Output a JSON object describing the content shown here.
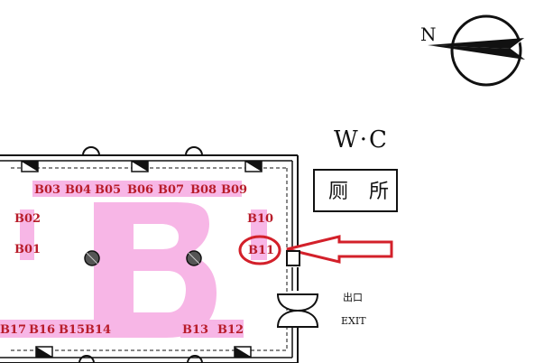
{
  "compass": {
    "north_label": "N"
  },
  "restroom": {
    "code": "W·C",
    "name": "厕 所"
  },
  "exit": {
    "label_cn": "出口",
    "label_en": "EXIT"
  },
  "hall": {
    "letter": "B"
  },
  "booths": [
    {
      "id": "B01",
      "label": "B01"
    },
    {
      "id": "B02",
      "label": "B02"
    },
    {
      "id": "B03",
      "label": "B03"
    },
    {
      "id": "B04",
      "label": "B04"
    },
    {
      "id": "B05",
      "label": "B05"
    },
    {
      "id": "B06",
      "label": "B06"
    },
    {
      "id": "B07",
      "label": "B07"
    },
    {
      "id": "B08",
      "label": "B08"
    },
    {
      "id": "B09",
      "label": "B09"
    },
    {
      "id": "B10",
      "label": "B10"
    },
    {
      "id": "B11",
      "label": "B11"
    },
    {
      "id": "B12",
      "label": "B12"
    },
    {
      "id": "B13",
      "label": "B13"
    },
    {
      "id": "B14",
      "label": "B14"
    },
    {
      "id": "B15",
      "label": "B15"
    },
    {
      "id": "B16",
      "label": "B16"
    },
    {
      "id": "B17",
      "label": "B17"
    }
  ],
  "highlight": {
    "booth": "B11",
    "color": "#d3202a"
  },
  "colors": {
    "hall_letter": "#f7b6e6",
    "booth_fill": "#f7b6e6",
    "booth_text": "#b81c2a",
    "wall": "#111111"
  }
}
